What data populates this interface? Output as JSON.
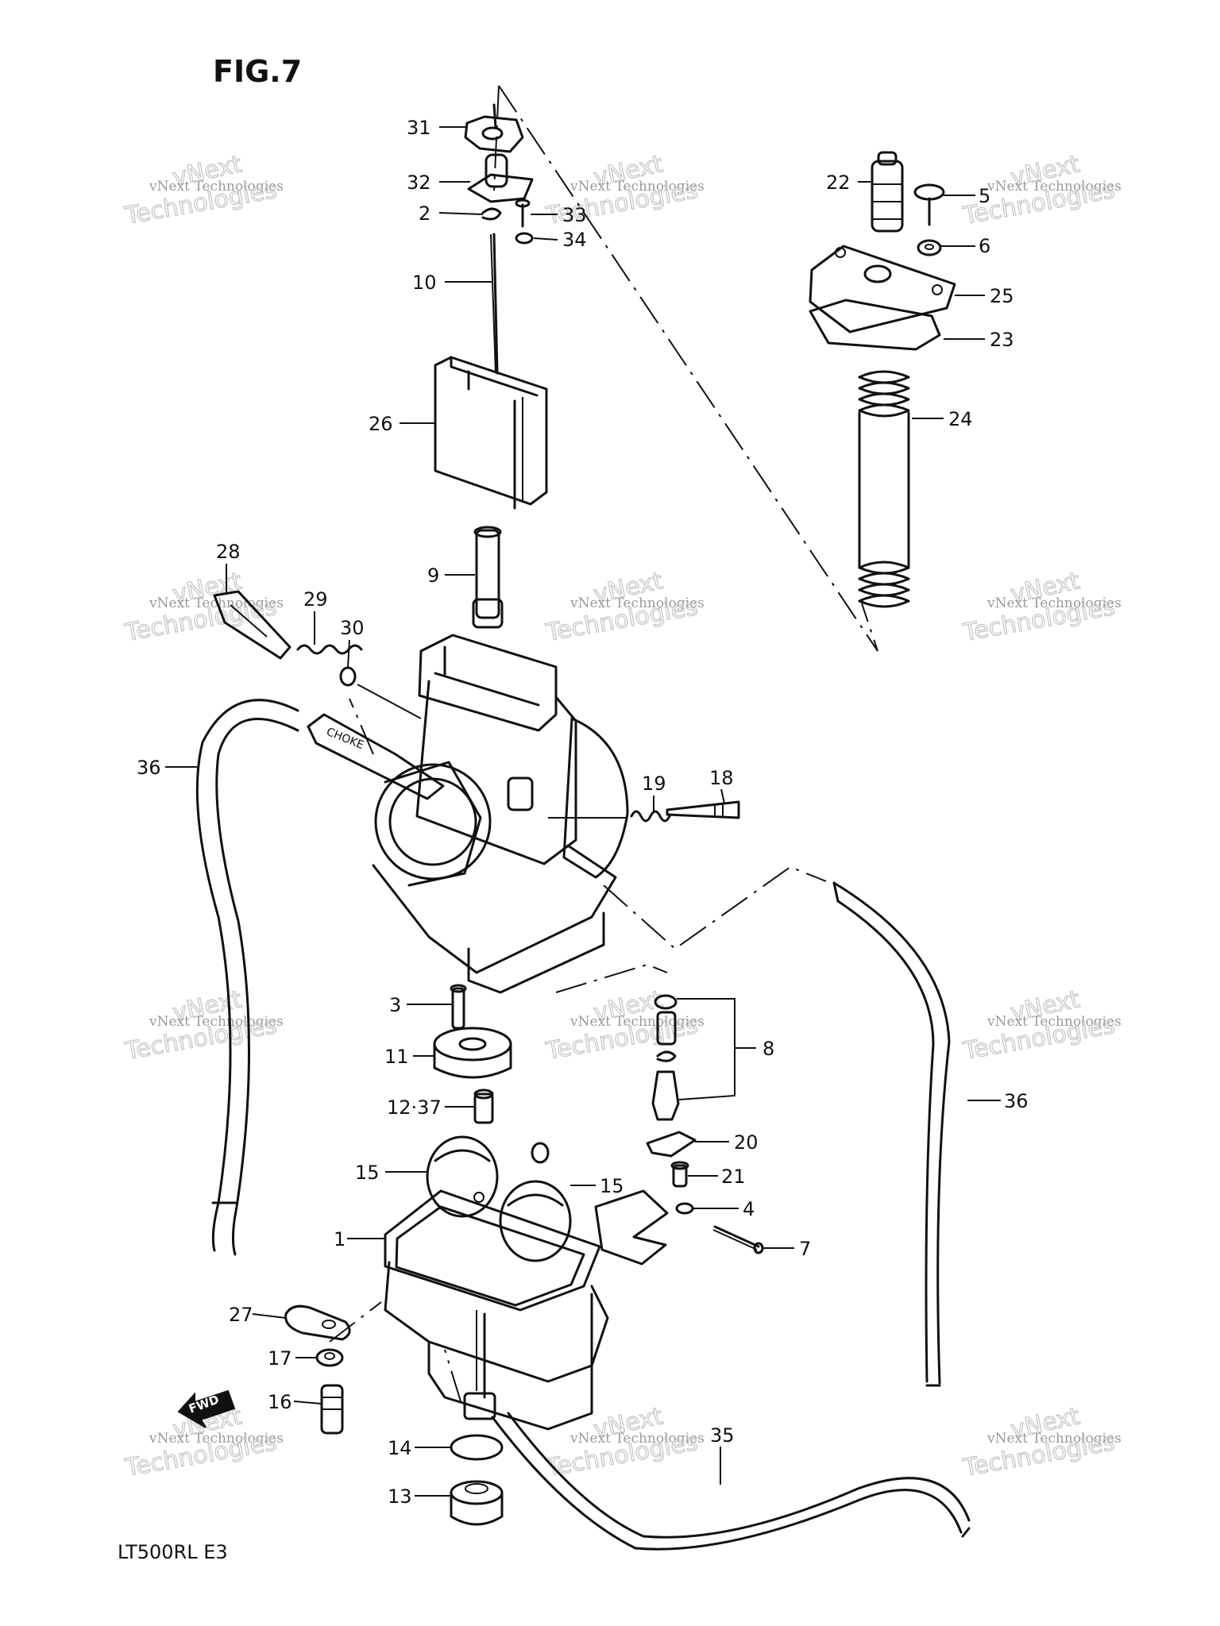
{
  "figure": {
    "title": "FIG.7",
    "model_code": "LT500RL  E3",
    "choke_lever_text": "CHOKE",
    "fwd_arrow_text": "FWD"
  },
  "watermark": {
    "line1": "vNext Technologies",
    "line2": "Technologies",
    "line3": "vNext"
  },
  "callouts": [
    {
      "id": "c31",
      "label": "31"
    },
    {
      "id": "c32",
      "label": "32"
    },
    {
      "id": "c2",
      "label": "2"
    },
    {
      "id": "c33",
      "label": "33"
    },
    {
      "id": "c34",
      "label": "34"
    },
    {
      "id": "c10",
      "label": "10"
    },
    {
      "id": "c26",
      "label": "26"
    },
    {
      "id": "c22",
      "label": "22"
    },
    {
      "id": "c5",
      "label": "5"
    },
    {
      "id": "c6",
      "label": "6"
    },
    {
      "id": "c25",
      "label": "25"
    },
    {
      "id": "c23",
      "label": "23"
    },
    {
      "id": "c24",
      "label": "24"
    },
    {
      "id": "c28",
      "label": "28"
    },
    {
      "id": "c29",
      "label": "29"
    },
    {
      "id": "c30",
      "label": "30"
    },
    {
      "id": "c9",
      "label": "9"
    },
    {
      "id": "c36a",
      "label": "36"
    },
    {
      "id": "c19",
      "label": "19"
    },
    {
      "id": "c18",
      "label": "18"
    },
    {
      "id": "c3",
      "label": "3"
    },
    {
      "id": "c11",
      "label": "11"
    },
    {
      "id": "c1237",
      "label": "12·37"
    },
    {
      "id": "c8",
      "label": "8"
    },
    {
      "id": "c36b",
      "label": "36"
    },
    {
      "id": "c20",
      "label": "20"
    },
    {
      "id": "c15a",
      "label": "15"
    },
    {
      "id": "c15b",
      "label": "15"
    },
    {
      "id": "c21",
      "label": "21"
    },
    {
      "id": "c4",
      "label": "4"
    },
    {
      "id": "c1",
      "label": "1"
    },
    {
      "id": "c7",
      "label": "7"
    },
    {
      "id": "c27",
      "label": "27"
    },
    {
      "id": "c17",
      "label": "17"
    },
    {
      "id": "c16",
      "label": "16"
    },
    {
      "id": "c14",
      "label": "14"
    },
    {
      "id": "c35",
      "label": "35"
    },
    {
      "id": "c13",
      "label": "13"
    }
  ]
}
